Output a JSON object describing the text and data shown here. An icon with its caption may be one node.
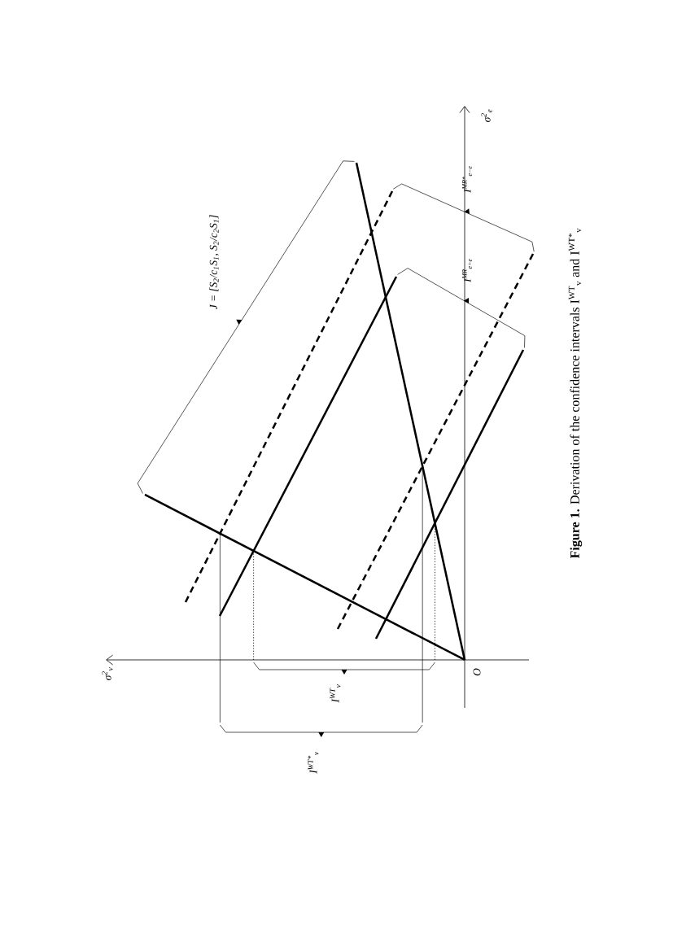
{
  "diagram": {
    "caption": "**Figure 1.** Derivation of the confidence intervals I$^{WT}$$_{v}$ and I$^{WT*}$$_{v}$",
    "labels": [
      "σ$^{2}$$_{v}$",
      "J = [S$_{2}$/c$_{1}$S$_{1}$, S$_{2}$/c$_{2}$S$_{1}$]",
      "I$^{WT*}$$_{v}$",
      "I$^{WT}$$_{v}$",
      "O",
      "I$^{MR}$$_{e+e}$",
      "I$^{MR*}$$_{e−e}$",
      "σ$^{2}$$_{e}$"
    ]
  }
}
